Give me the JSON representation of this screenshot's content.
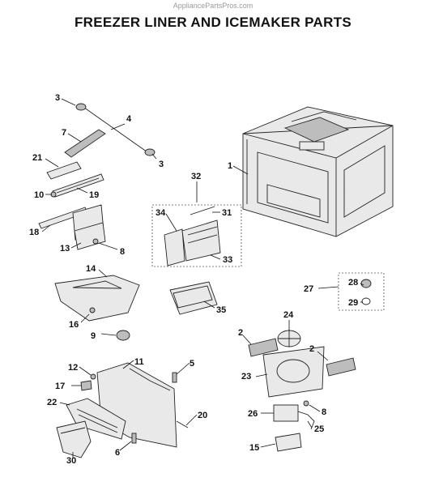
{
  "header": {
    "watermark": "AppliancePartsPros.com",
    "title": "FREEZER LINER AND ICEMAKER PARTS"
  },
  "callouts": {
    "c1": "1",
    "c2a": "2",
    "c2b": "2",
    "c3a": "3",
    "c3b": "3",
    "c4": "4",
    "c5": "5",
    "c6": "6",
    "c7": "7",
    "c8a": "8",
    "c8b": "8",
    "c9": "9",
    "c10": "10",
    "c11": "11",
    "c12": "12",
    "c13": "13",
    "c14": "14",
    "c15": "15",
    "c16": "16",
    "c17": "17",
    "c18": "18",
    "c19": "19",
    "c20": "20",
    "c21": "21",
    "c22": "22",
    "c23": "23",
    "c24": "24",
    "c25": "25",
    "c26": "26",
    "c27": "27",
    "c28": "28",
    "c29": "29",
    "c30": "30",
    "c31": "31",
    "c32": "32",
    "c33": "33",
    "c34": "34",
    "c35": "35"
  }
}
